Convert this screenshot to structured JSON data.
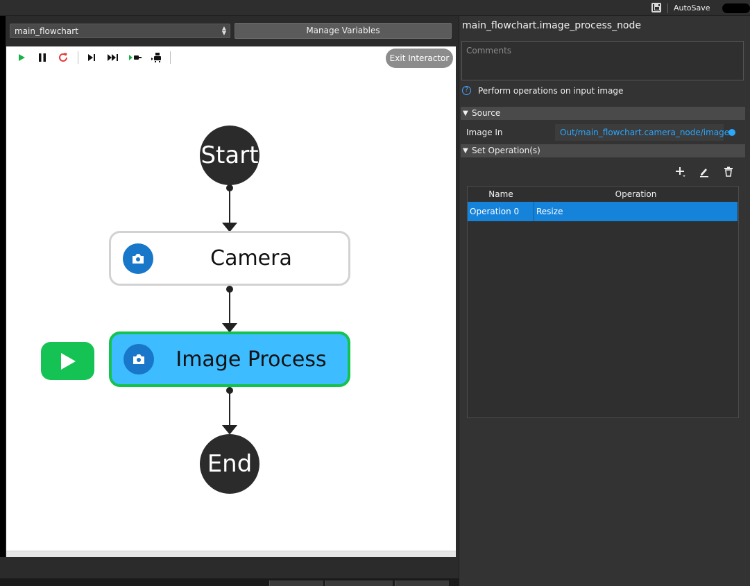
{
  "topbar": {
    "autosave_label": "AutoSave",
    "icons": [
      "save-icon"
    ]
  },
  "editor": {
    "flowchart_select": "main_flowchart",
    "manage_variables_label": "Manage Variables",
    "exit_interactor_label": "Exit Interactor",
    "toolbar_icons": [
      "play-icon",
      "pause-icon",
      "restart-icon",
      "step-icon",
      "fast-forward-icon",
      "step-into-icon",
      "debug-icon"
    ],
    "colors": {
      "play": "#16b34a",
      "restart": "#e23b3b",
      "running_border": "#14c34f",
      "selected_node": "#3dbcff"
    }
  },
  "flowchart": {
    "start_label": "Start",
    "end_label": "End",
    "nodes": [
      {
        "label": "Camera",
        "icon": "camera-icon"
      },
      {
        "label": "Image Process",
        "icon": "camera-icon"
      }
    ]
  },
  "inspector": {
    "title": "main_flowchart.image_process_node",
    "comments_placeholder": "Comments",
    "description": "Perform operations on input image",
    "source_section": "Source",
    "image_in_label": "Image In",
    "image_in_value": "Out/main_flowchart.camera_node/image",
    "operations_section": "Set Operation(s)",
    "table": {
      "headers": [
        "Name",
        "Operation"
      ],
      "rows": [
        {
          "name": "Operation 0",
          "operation": "Resize"
        }
      ]
    },
    "colors": {
      "accent": "#1683db",
      "link": "#2aa7ff"
    }
  }
}
